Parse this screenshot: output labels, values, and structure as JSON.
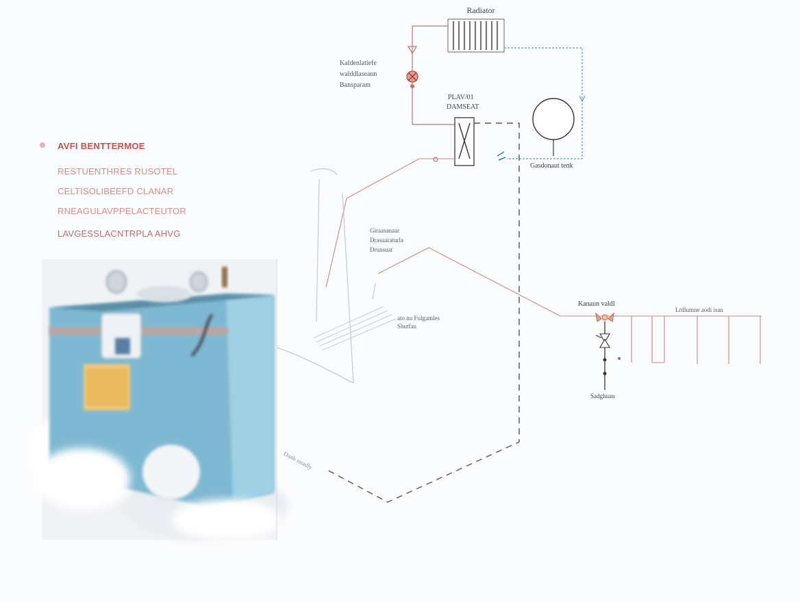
{
  "title": "Radiator",
  "legend": {
    "heading": "AVFI BENTTERMOE",
    "lines": [
      "RESTUENTHRES RUSOTEL",
      "CELTISOLIBEEFD CLANAR",
      "RNEAGULAVPPELACTEUTOR",
      "LAVGESSLACNTRPLA AHVG"
    ]
  },
  "labels": {
    "valve_left": [
      "Kaldenlatiefe",
      "walddlaseaun",
      "Bansparam"
    ],
    "mixing_valve": [
      "PLAV/01",
      "DAMSEAT"
    ],
    "expansion_tank": "Gasdonaut tenk",
    "mid_pipe": [
      "Giraasanaar",
      "Drasuaraturla",
      "Drunsuat"
    ],
    "mid_right": [
      "ato nu Fulgamles",
      "Shutfau"
    ],
    "kaanon_valve": "Kanaun valdl",
    "heating_loop": "Lrdlumne aodi isan",
    "drain": "Sadghuan",
    "return_line": "Danb nuadly"
  },
  "colors": {
    "supply_pipe": "#cf8a7e",
    "return_pipe": "#5a9bc6",
    "dashed_line": "#555555",
    "legend_text": "#d97f7a",
    "boiler_body": "#7eb8d2"
  }
}
